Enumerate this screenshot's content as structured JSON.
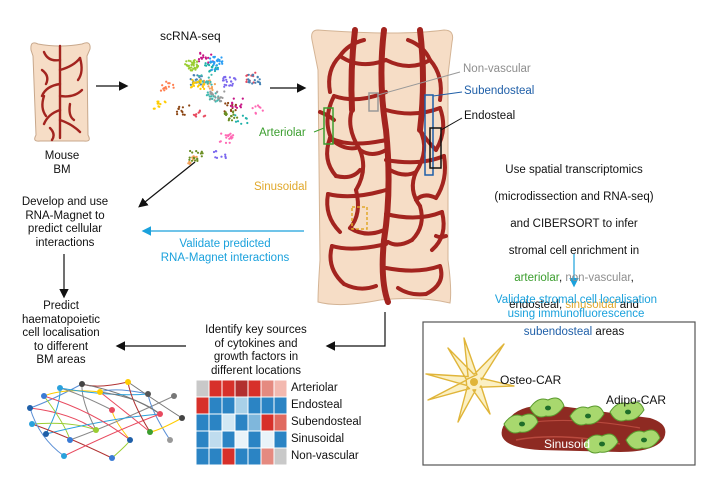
{
  "labels": {
    "scrna": "scRNA-seq",
    "mouse_bm": "Mouse\nBM",
    "develop": "Develop and use\nRNA-Magnet to\npredict cellular\ninteractions",
    "validate_predicted": "Validate predicted\nRNA-Magnet interactions",
    "predict": "Predict\nhaematopoietic\ncell localisation\nto different\nBM areas",
    "identify": "Identify key sources\nof cytokines and\ngrowth factors in\ndifferent locations",
    "non_vascular": "Non-vascular",
    "subendosteal": "Subendosteal",
    "endosteal": "Endosteal",
    "arteriolar": "Arteriolar",
    "sinusoidal": "Sinusoidal",
    "spatial_1": "Use spatial transcriptomics",
    "spatial_2": "(microdissection and RNA-seq)",
    "spatial_3": "and CIBERSORT to infer",
    "spatial_4": "stromal cell enrichment in",
    "spatial_arteriolar": "arteriolar",
    "spatial_nonvascular": "non-vascular",
    "spatial_endosteal": "endosteal,",
    "spatial_sinusoidal": "sinusoidal",
    "spatial_and": "and",
    "spatial_subendosteal": "subendosteal",
    "spatial_areas": "areas",
    "comma": ",",
    "validate_stromal": "Validate stromal cell localisation\nusing immunofluorescence",
    "osteo_car": "Osteo-CAR",
    "adipo_car": "Adipo-CAR",
    "sinusoid": "Sinusoid"
  },
  "heatmap": {
    "rows": [
      "Arteriolar",
      "Endosteal",
      "Subendosteal",
      "Sinusoidal",
      "Non-vascular"
    ],
    "cells": [
      [
        "#c9c9c9",
        "#d7302a",
        "#d7302a",
        "#b22f2f",
        "#d7302a",
        "#e58a80",
        "#f3b9b0"
      ],
      [
        "#d7302a",
        "#2b84c4",
        "#2b84c4",
        "#a9d1e8",
        "#2b84c4",
        "#2b84c4",
        "#2b84c4"
      ],
      [
        "#2b84c4",
        "#2b84c4",
        "#d2e8f4",
        "#2b84c4",
        "#7fb7dc",
        "#d7302a",
        "#e06a60"
      ],
      [
        "#2b84c4",
        "#bfdcee",
        "#2b84c4",
        "#e9f3f9",
        "#2b84c4",
        "#e9f3f9",
        "#2b84c4"
      ],
      [
        "#2b84c4",
        "#2b84c4",
        "#d7302a",
        "#2b84c4",
        "#2b84c4",
        "#e58a80",
        "#c9c9c9"
      ]
    ]
  },
  "colors": {
    "vessel": "#a3241f",
    "arteriolar": "#3b9e2e",
    "sinusoidal": "#e0a82b",
    "subendosteal": "#1f5fa8",
    "non_vascular": "#8e8e8e",
    "validate": "#1aa1dc",
    "bone": "#f6ddc6"
  }
}
